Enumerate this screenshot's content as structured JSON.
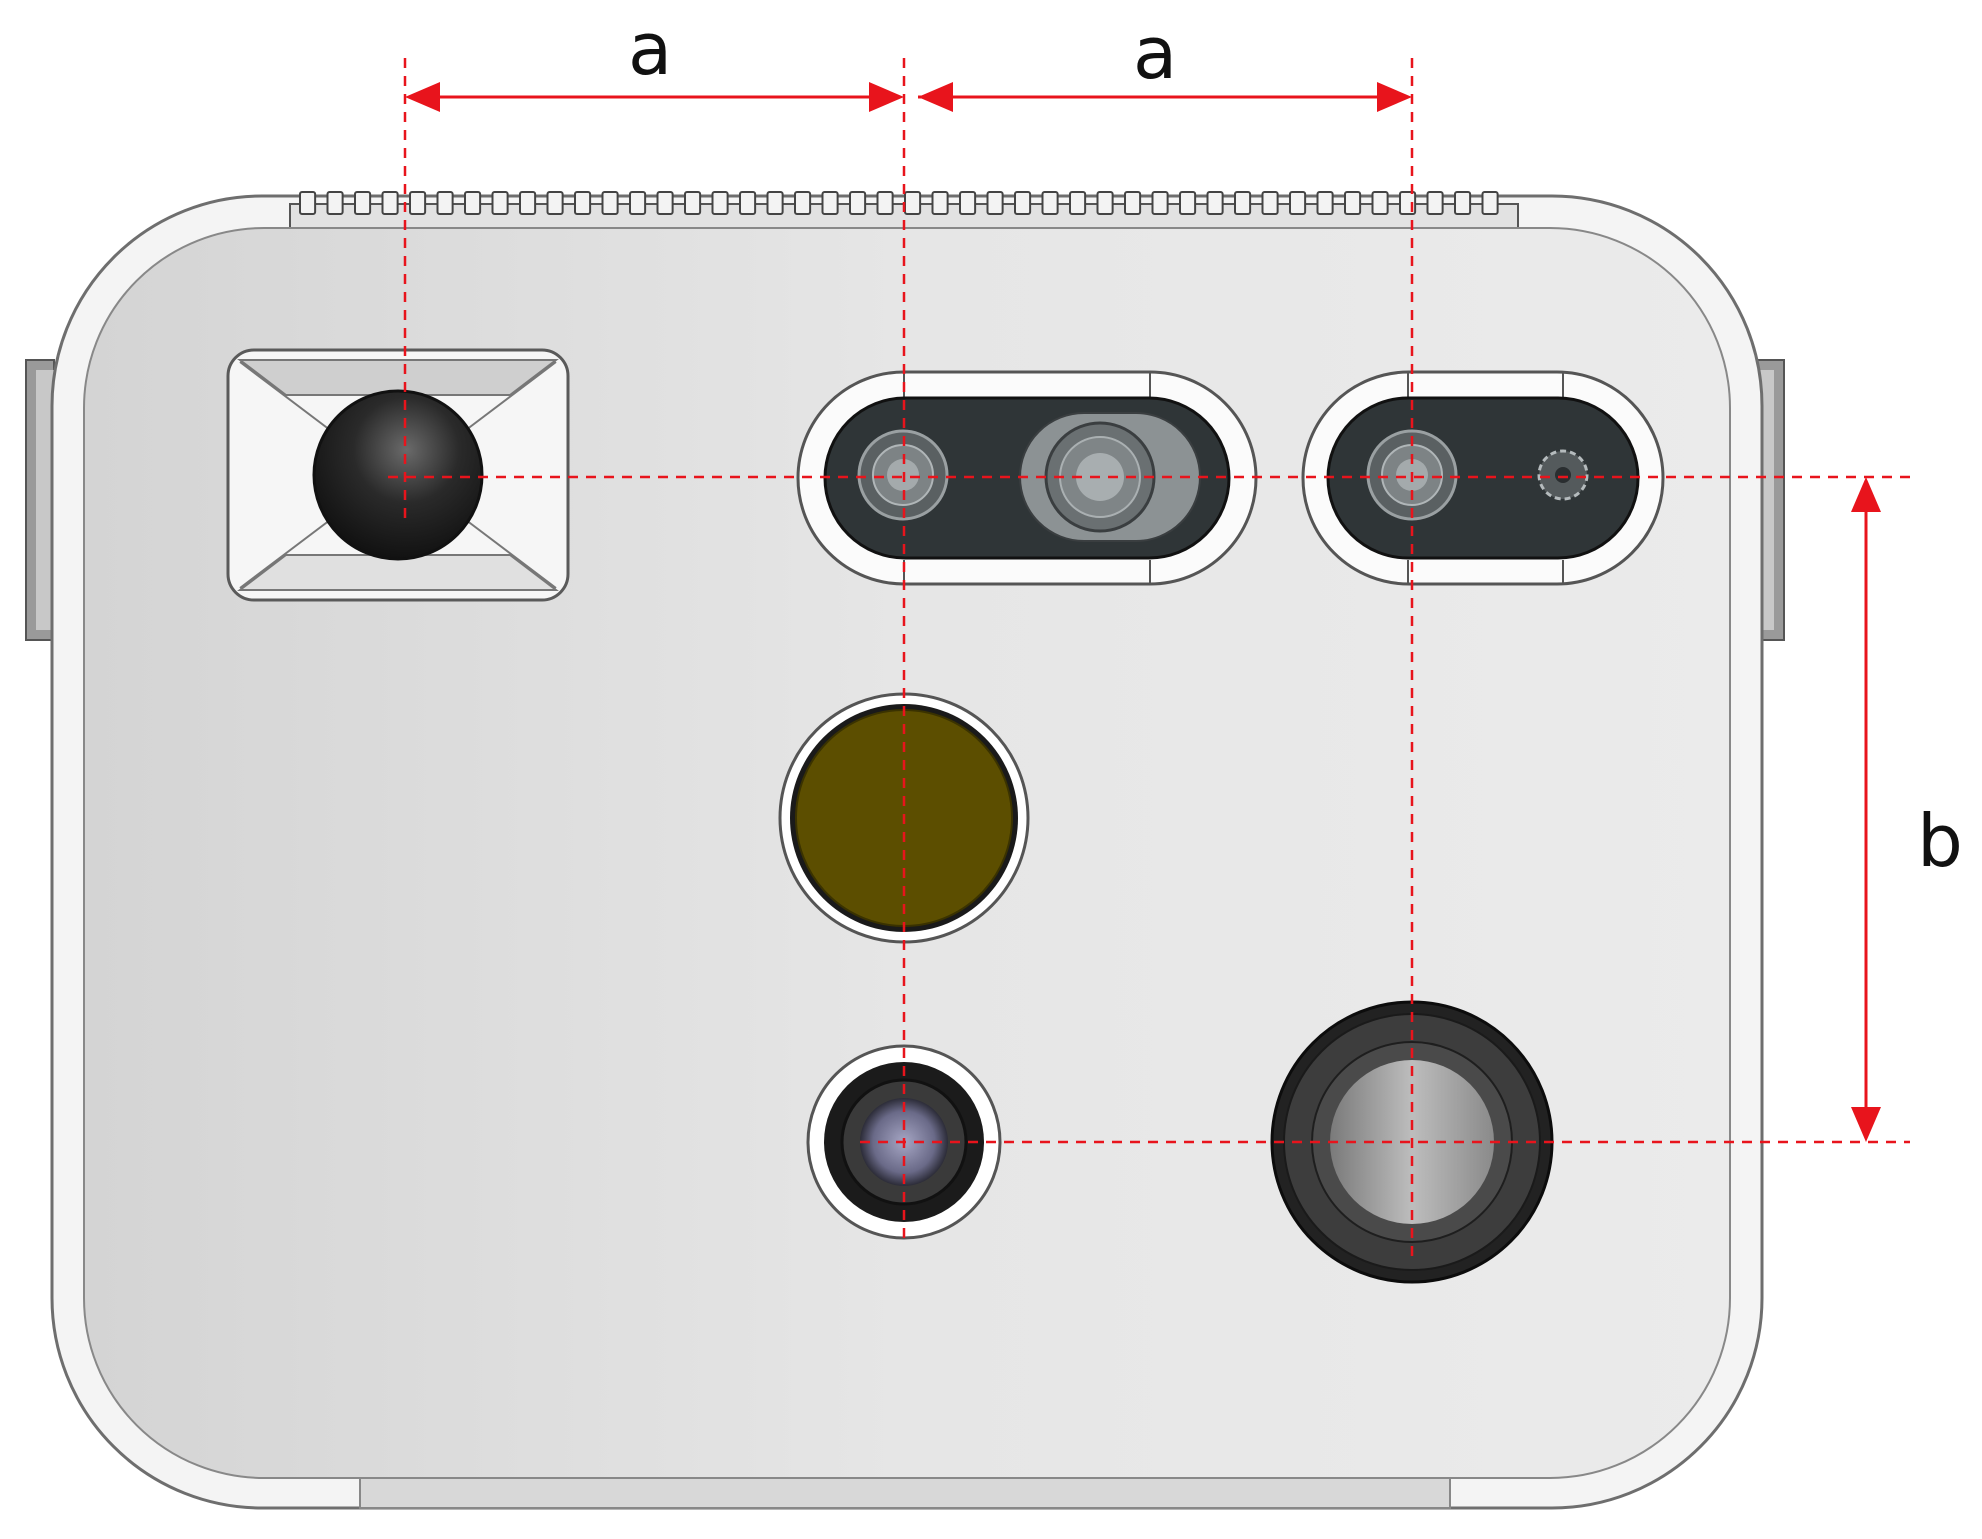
{
  "dimensions": {
    "a_left": "a",
    "a_right": "a",
    "b": "b"
  },
  "colors": {
    "dimension_line": "#e8141c",
    "housing": "#e4e4e4",
    "housing_edge": "#8a8a8a",
    "lens_dark": "#2a2a2a",
    "filter": "#5c4e00",
    "ir_lens": "#6a6a80"
  },
  "components": [
    {
      "name": "dome-sensor",
      "icon": "dome-icon"
    },
    {
      "name": "stereo-camera-module",
      "icon": "camera-module-icon"
    },
    {
      "name": "depth-camera-module",
      "icon": "camera-module-icon"
    },
    {
      "name": "yellow-filter-sensor",
      "icon": "filter-icon"
    },
    {
      "name": "small-lens",
      "icon": "lens-icon"
    },
    {
      "name": "large-lens",
      "icon": "lens-icon"
    }
  ]
}
